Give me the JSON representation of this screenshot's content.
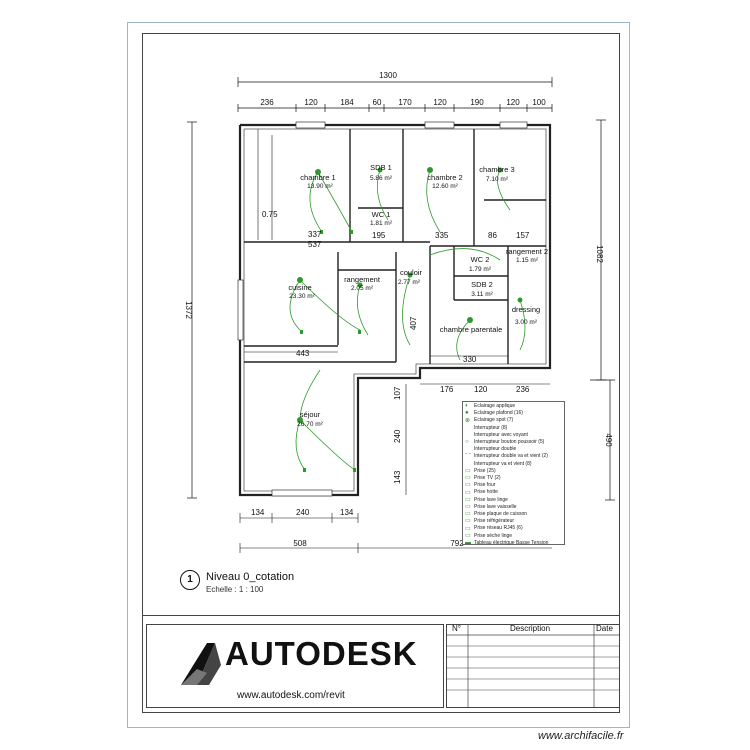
{
  "plan": {
    "top_total": "1300",
    "top_segments": [
      "236",
      "120",
      "184",
      "60",
      "170",
      "120",
      "190",
      "120",
      "100"
    ],
    "left_total": "1372",
    "right_top": "1082",
    "right_bottom": "490",
    "rooms": [
      {
        "name": "chambre 1",
        "area": "13.90 m²"
      },
      {
        "name": "SDB 1",
        "area": "5.86 m²"
      },
      {
        "name": "chambre 2",
        "area": "12.60 m²"
      },
      {
        "name": "chambre 3",
        "area": "7.10 m²"
      },
      {
        "name": "WC 1",
        "area": "1.81 m²"
      },
      {
        "name": "rangement 2",
        "area": "1.15 m²"
      },
      {
        "name": "WC 2",
        "area": "1.79 m²"
      },
      {
        "name": "SDB 2",
        "area": "3.11 m²"
      },
      {
        "name": "cuisine",
        "area": "23.30 m²"
      },
      {
        "name": "rangement",
        "area": "2.05 m²"
      },
      {
        "name": "couloir",
        "area": "2.77 m²"
      },
      {
        "name": "dressing",
        "area": "3.00 m²"
      },
      {
        "name": "chambre parentale",
        "area": ""
      },
      {
        "name": "séjour",
        "area": "26.70 m²"
      }
    ],
    "inner_dims": [
      "0.75",
      "337",
      "537",
      "195",
      "335",
      "86",
      "157",
      "407",
      "443",
      "330",
      "176",
      "120",
      "236",
      "107",
      "240",
      "143",
      "134",
      "240",
      "134"
    ],
    "bottom_dims": [
      "508",
      "792"
    ]
  },
  "legend": [
    "Eclairage applique",
    "Eclairage plafond (16)",
    "Eclairage spot (7)",
    "Interrupteur (8)",
    "Interrupteur avec voyant",
    "Interrupteur bouton poussoir (5)",
    "Interrupteur double",
    "Interrupteur double va et vient (2)",
    "Interrupteur va et vient (8)",
    "Prise (25)",
    "Prise TV (2)",
    "Prise four",
    "Prise hotte",
    "Prise lave linge",
    "Prise lave vaisselle",
    "Prise plaque de cuisson",
    "Prise réfrigérateur",
    "Prise réseau RJ45 (6)",
    "Prise sèche linge",
    "Tableau électrique Basse Tension"
  ],
  "level": {
    "number": "1",
    "name": "Niveau 0_cotation",
    "scale": "Echelle : 1 : 100"
  },
  "titleblock": {
    "brand": "AUTODESK",
    "url": "www.autodesk.com/revit",
    "col_no": "N°",
    "col_desc": "Description",
    "col_date": "Date"
  },
  "watermark": "www.archifacile.fr",
  "colors": {
    "circuit": "#2e9a2e",
    "wall": "#222222",
    "sheet_border": "#9ab8cc"
  }
}
